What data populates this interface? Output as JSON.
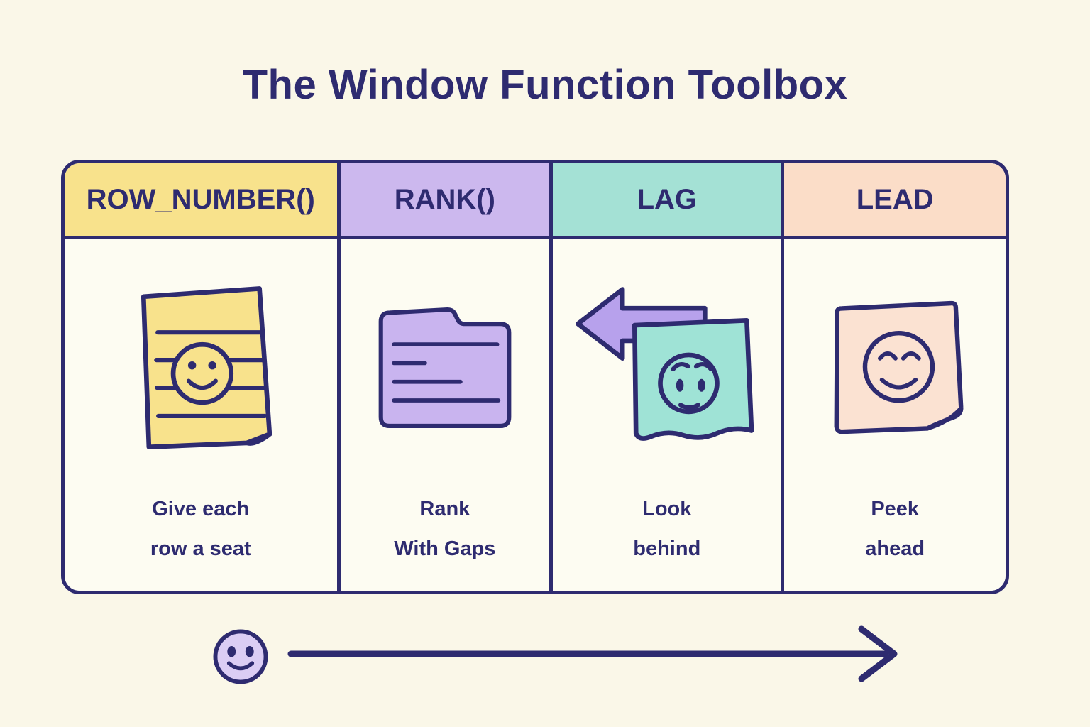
{
  "title": "The Window Function Toolbox",
  "colors": {
    "background": "#faf7e8",
    "navy": "#2e2b70",
    "cell_bg": "#fdfcf2",
    "row_number_header": "#f8e28c",
    "rank_header": "#ccb8ee",
    "lag_header": "#a4e1d5",
    "lead_header": "#fbddc8",
    "note_yellow": "#f8e28c",
    "folder_purple": "#c9b4ef",
    "arrow_purple": "#b7a1ec",
    "note_teal": "#9fe3d6",
    "note_peach": "#fbe2d2",
    "smiley_lavender": "#dbcdf4"
  },
  "table": {
    "columns": [
      {
        "header": "ROW_NUMBER()",
        "icon": "sticky-note-smiley",
        "caption": [
          "Give each",
          "row a seat"
        ]
      },
      {
        "header": "RANK()",
        "icon": "folder-lines",
        "caption": [
          "Rank",
          "With Gaps"
        ]
      },
      {
        "header": "LAG",
        "icon": "back-arrow-worried-note",
        "caption": [
          "Look",
          "behind"
        ]
      },
      {
        "header": "LEAD",
        "icon": "happy-note",
        "caption": [
          "Peek",
          "ahead"
        ]
      }
    ]
  },
  "footer": {
    "smiley_icon": "smiley-face",
    "arrow_icon": "right-arrow"
  }
}
